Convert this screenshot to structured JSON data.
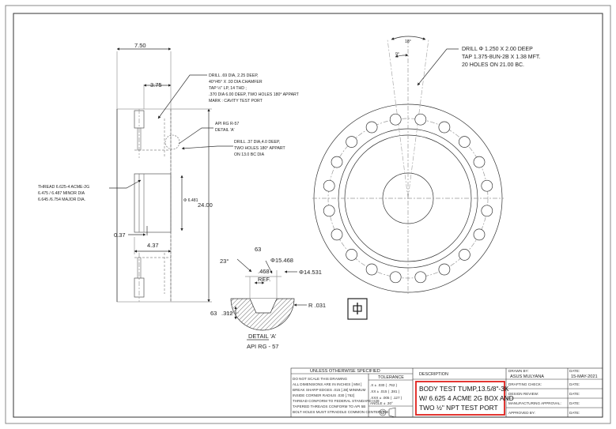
{
  "side_view": {
    "dims": {
      "d750": "7.50",
      "d375": "3.75",
      "d2400": "24.00",
      "d6481": "Φ 6.481",
      "d037": "0.37",
      "d437": "4.37"
    },
    "note_drill_top": [
      "DRILL .69 DIA, 2.25 DEEP,",
      "40°/45° X .93 DIA CHAMFER",
      "TAP ½\" LP, 14 THD ;",
      ".370 DIA 6.00 DEEP, TWO HOLES 180° APPART",
      "MARK : CAVITY TEST PORT"
    ],
    "note_api": [
      "API RG R-57",
      "DETAIL 'A'"
    ],
    "note_drill_37": [
      "DRILL .37 DIA,4.0 DEEP,",
      "TWO HOLES 180° APPART",
      "ON 13.0 BC DIA"
    ],
    "note_thread": [
      "THREAD 6.625-4 ACME-2G",
      "6.475 / 6.487 MINOR DIA",
      "6.645 /6.754 MAJOR DIA."
    ]
  },
  "detail": {
    "d23": "23°",
    "d63a": "63",
    "d15468": "Φ15.468",
    "d468": ".468",
    "ref": "REF.",
    "d14531": "Φ14.531",
    "r031": "R .031",
    "d63b": "63",
    "d312": ".312",
    "label": "DETAIL 'A'",
    "sub": "API RG - 57"
  },
  "top_view": {
    "d18": "18°",
    "d9": "9°",
    "note": [
      "DRILL Φ 1.250 X 2.00 DEEP",
      "TAP 1.375-8UN-2B X 1.38 MFT.",
      "20 HOLES ON 21.00 BC."
    ],
    "holes": 20
  },
  "projection_symbol": "⌖",
  "title_block": {
    "unless": "UNLESS OTHERWISE SPECIFIED",
    "notes": [
      "DO NOT SCALE THIS DRAWING",
      "ALL DIMENSIONS ARE IN INCHES [ MM ]",
      "BREAK SHARP EDGES .015 [.38] MINIMUM",
      "INSIDE CORNER RADIUS .030 [.762]",
      "THREAD CONFORM TO FEDERAL STANDARD H28",
      "TAPERED THREADS CONFORM TO API 5B",
      "BOLT HOLES MUST STRADDLE COMMON CENTERLINE"
    ],
    "tolerance_head": "TOLERANCE",
    "tol": [
      ".X    ± .030 ( .762 )",
      ".XX   ± .015 ( .381 )",
      ".XXX  ± .005 ( .127 )",
      "ANGLE  ± .30°"
    ],
    "description_head": "DESCRIPTION",
    "description": [
      "BODY TEST TUMP,13.5/8\"-3K",
      "W/ 6.625  4 ACME 2G BOX AND",
      "TWO ½\" NPT TEST PORT"
    ],
    "drawn_label": "DRAWN BY:",
    "drawn_name": "ASUS MULYANA",
    "date_label": "DATE:",
    "date_value": "15-MAY-2021",
    "rows": [
      "DRAFTING CHECK:",
      "DESIGN REVIEW:",
      "MANUFACTURING APPROVAL:",
      "APPROVED BY:"
    ],
    "accent": "#e0201c"
  }
}
